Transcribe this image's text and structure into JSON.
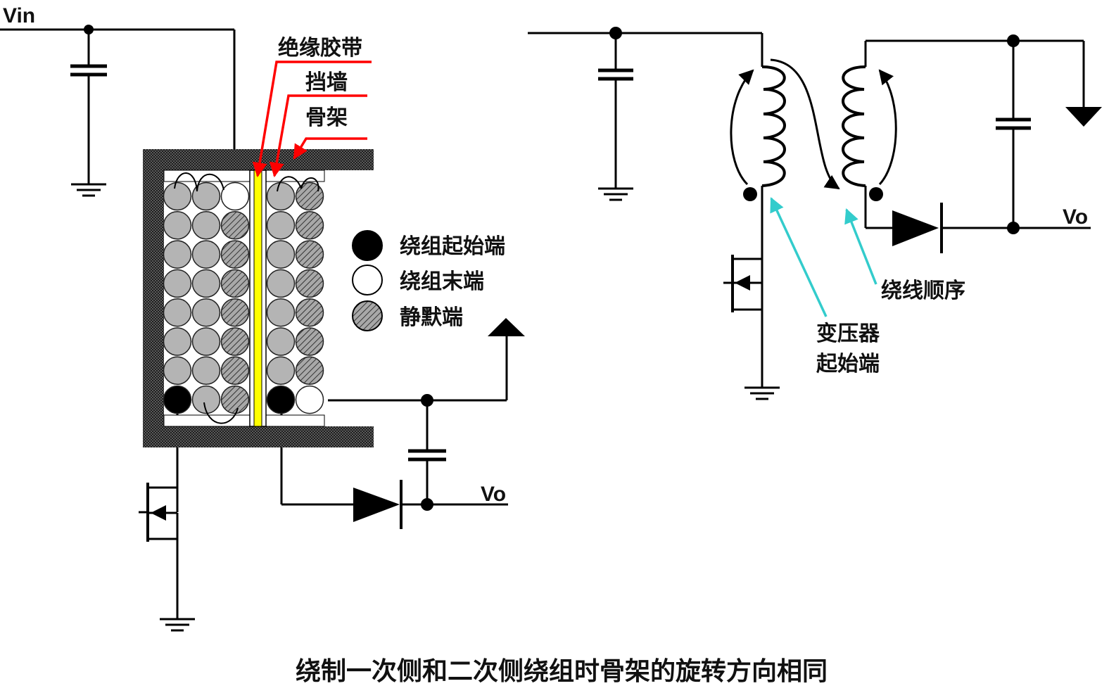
{
  "labels": {
    "vin": "Vin",
    "vo_left": "Vo",
    "vo_right": "Vo",
    "tape": "绝缘胶带",
    "wall": "挡墙",
    "bobbin": "骨架",
    "legend_start": "绕组起始端",
    "legend_end": "绕组末端",
    "legend_idle": "静默端",
    "winding_order": "绕线顺序",
    "xfmr_line1": "变压器",
    "xfmr_line2": "起始端"
  },
  "caption": "绕制一次侧和二次侧绕组时骨架的旋转方向相同",
  "colors": {
    "wire": "#000000",
    "bobbin_hatch": "#3a3a3a",
    "tape": "#ffff00",
    "red_arrow": "#ff0000",
    "cyan_arrow": "#33cccc",
    "idle_fill": "#a8a8a8",
    "plain_fill": "#b4b4b4"
  },
  "winding": {
    "primary": [
      [
        "plain",
        "plain",
        "end"
      ],
      [
        "plain",
        "plain",
        "idle"
      ],
      [
        "plain",
        "plain",
        "idle"
      ],
      [
        "plain",
        "plain",
        "idle"
      ],
      [
        "plain",
        "plain",
        "idle"
      ],
      [
        "plain",
        "plain",
        "idle"
      ],
      [
        "plain",
        "plain",
        "idle"
      ],
      [
        "start",
        "plain",
        "idle"
      ]
    ],
    "secondary": [
      [
        "plain",
        "idle"
      ],
      [
        "plain",
        "idle"
      ],
      [
        "plain",
        "idle"
      ],
      [
        "plain",
        "idle"
      ],
      [
        "plain",
        "idle"
      ],
      [
        "plain",
        "idle"
      ],
      [
        "plain",
        "idle"
      ],
      [
        "start",
        "end"
      ]
    ]
  }
}
